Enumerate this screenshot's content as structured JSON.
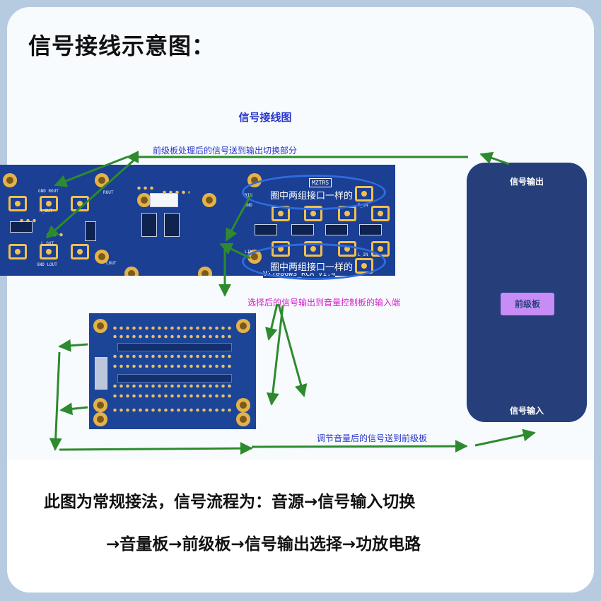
{
  "page_title": "信号接线示意图：",
  "diagram_title": "信号接线图",
  "notes": {
    "top_arrow": "前级板处理后的信号送到输出切换部分",
    "to_volume": "选择后的信号输出到音量控制板的输入端",
    "bottom_arrow": "调节音量后的信号送到前级板"
  },
  "callouts": {
    "upper_group": "圈中两组接口一样的",
    "lower_group": "圈中两组接口一样的"
  },
  "board_labels": {
    "logo": "MZTRS",
    "main_board": "V1708GWS_RCA V1.4"
  },
  "preamp": {
    "output_label": "信号输出",
    "button_label": "前级板",
    "input_label": "信号输入",
    "color": "#263f7a",
    "button_color": "#c78cf5"
  },
  "flow": {
    "line1": "此图为常规接法，信号流程为：音源→信号输入切换",
    "line2": "→音量板→前级板→信号输出选择→功放电路"
  },
  "colors": {
    "arrow": "#2e8a2e",
    "note_blue": "#2a36c9",
    "note_magenta": "#d61ec9",
    "pcb": "#1a3f93",
    "frame": "#b7cbe0"
  }
}
